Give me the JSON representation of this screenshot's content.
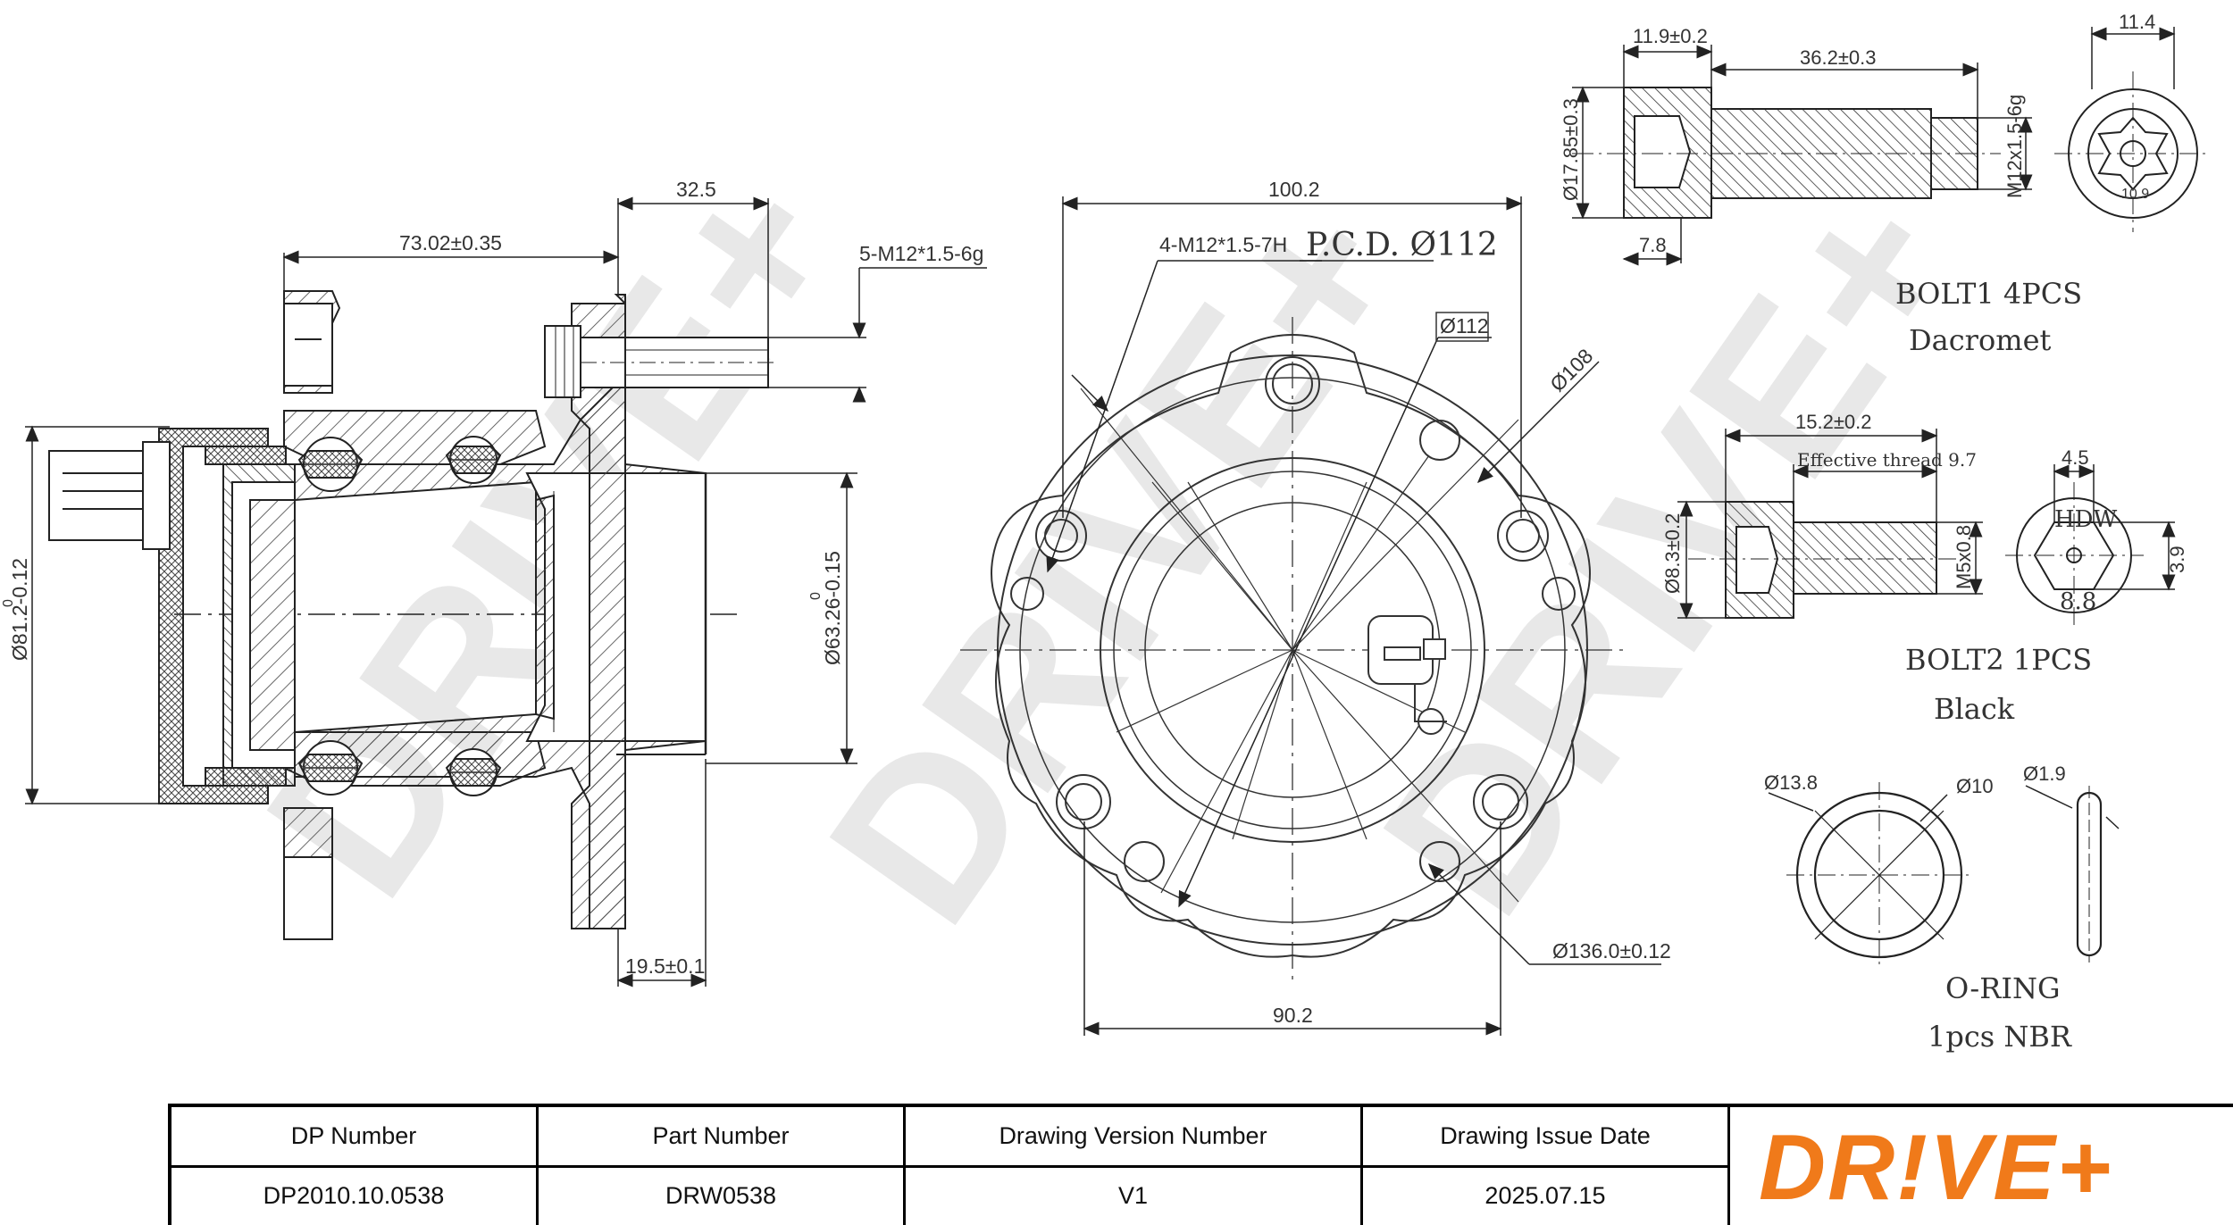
{
  "watermark": "DRIVE+",
  "side_view": {
    "dim_hub_length": "73.02±0.35",
    "dim_stud_protrusion": "32.5",
    "dim_stud_thread": "5-M12*1.5-6g",
    "dim_bore_diameter": "Ø81.2-0.12",
    "dim_bore_tol_upper": "0",
    "dim_register_diameter": "Ø63.26-0.15",
    "dim_register_tol_upper": "0",
    "dim_flange_offset": "19.5±0.1"
  },
  "front_view": {
    "dim_overall_width": "100.2",
    "dim_thread_holes": "4-M12*1.5-7H",
    "pcd_label": "P.C.D. Ø112",
    "dim_inner_circle": "Ø112",
    "dim_flange_diameter": "Ø108",
    "dim_outer_diameter": "Ø136.0±0.12",
    "dim_bottom_width": "90.2"
  },
  "bolt1": {
    "dim_head_length": "11.9±0.2",
    "dim_shank_length": "36.2±0.3",
    "dim_head_diameter": "Ø17.85±0.3",
    "dim_thread": "M12x1.5-6g",
    "dim_recess": "7.8",
    "dim_end_width": "11.4",
    "dim_socket": "10.9",
    "label_line1": "BOLT1 4PCS",
    "label_line2": "Dacromet"
  },
  "bolt2": {
    "dim_length": "15.2±0.2",
    "dim_effective_thread": "Effective thread 9.7",
    "dim_head_diameter": "Ø8.3±0.2",
    "dim_thread": "M5x0.8",
    "dim_head_width": "4.5",
    "dim_hex_height": "3.9",
    "head_mark": "HDW",
    "grade_mark": "8.8",
    "label_line1": "BOLT2 1PCS",
    "label_line2": "Black"
  },
  "oring": {
    "dim_outer": "Ø13.8",
    "dim_inner": "Ø10",
    "dim_section": "Ø1.9",
    "label_line1": "O-RING",
    "label_line2": "1pcs  NBR"
  },
  "title_block": {
    "dp_number_label": "DP Number",
    "dp_number_value": "DP2010.10.0538",
    "part_number_label": "Part Number",
    "part_number_value": "DRW0538",
    "version_label": "Drawing Version Number",
    "version_value": "V1",
    "issue_date_label": "Drawing Issue Date",
    "issue_date_value": "2025.07.15",
    "logo_text": "DR!VE+",
    "logo_color": "#f07a1a"
  }
}
